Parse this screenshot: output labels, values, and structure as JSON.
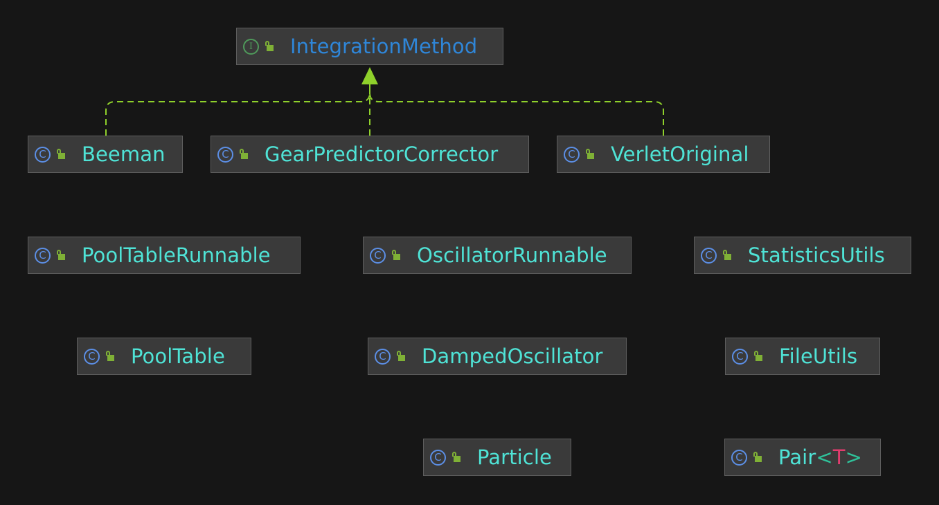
{
  "diagram": {
    "nodes": [
      {
        "id": "IntegrationMethod",
        "kind": "interface",
        "kind_letter": "I",
        "visibility_icon": "unlocked-public-icon",
        "label": "IntegrationMethod"
      },
      {
        "id": "Beeman",
        "kind": "class",
        "kind_letter": "C",
        "visibility_icon": "unlocked-public-icon",
        "label": "Beeman"
      },
      {
        "id": "GearPredictorCorrector",
        "kind": "class",
        "kind_letter": "C",
        "visibility_icon": "unlocked-public-icon",
        "label": "GearPredictorCorrector"
      },
      {
        "id": "VerletOriginal",
        "kind": "class",
        "kind_letter": "C",
        "visibility_icon": "unlocked-public-icon",
        "label": "VerletOriginal"
      },
      {
        "id": "PoolTableRunnable",
        "kind": "class",
        "kind_letter": "C",
        "visibility_icon": "unlocked-public-icon",
        "label": "PoolTableRunnable"
      },
      {
        "id": "OscillatorRunnable",
        "kind": "class",
        "kind_letter": "C",
        "visibility_icon": "unlocked-public-icon",
        "label": "OscillatorRunnable"
      },
      {
        "id": "StatisticsUtils",
        "kind": "class",
        "kind_letter": "C",
        "visibility_icon": "unlocked-public-icon",
        "label": "StatisticsUtils"
      },
      {
        "id": "PoolTable",
        "kind": "class",
        "kind_letter": "C",
        "visibility_icon": "unlocked-public-icon",
        "label": "PoolTable"
      },
      {
        "id": "DampedOscillator",
        "kind": "class",
        "kind_letter": "C",
        "visibility_icon": "unlocked-public-icon",
        "label": "DampedOscillator"
      },
      {
        "id": "FileUtils",
        "kind": "class",
        "kind_letter": "C",
        "visibility_icon": "unlocked-public-icon",
        "label": "FileUtils"
      },
      {
        "id": "Particle",
        "kind": "class",
        "kind_letter": "C",
        "visibility_icon": "unlocked-public-icon",
        "label": "Particle"
      },
      {
        "id": "Pair",
        "kind": "class",
        "kind_letter": "C",
        "visibility_icon": "unlocked-public-icon",
        "label": "Pair",
        "generic_open": "<",
        "generic_param": "T",
        "generic_close": ">"
      }
    ],
    "edges": [
      {
        "from": "Beeman",
        "to": "IntegrationMethod",
        "type": "implements"
      },
      {
        "from": "GearPredictorCorrector",
        "to": "IntegrationMethod",
        "type": "implements"
      },
      {
        "from": "VerletOriginal",
        "to": "IntegrationMethod",
        "type": "implements"
      }
    ],
    "colors": {
      "background": "#161616",
      "node_fill": "#3a3a3a",
      "node_border": "#5e5e5e",
      "class_name": "#4fe3d6",
      "interface_name": "#2f86d8",
      "class_badge": "#5c8fe6",
      "interface_badge": "#4f9a5b",
      "public_lock": "#7fb036",
      "implements_edge": "#8fd12b",
      "generic_param": "#e03c6e"
    }
  }
}
